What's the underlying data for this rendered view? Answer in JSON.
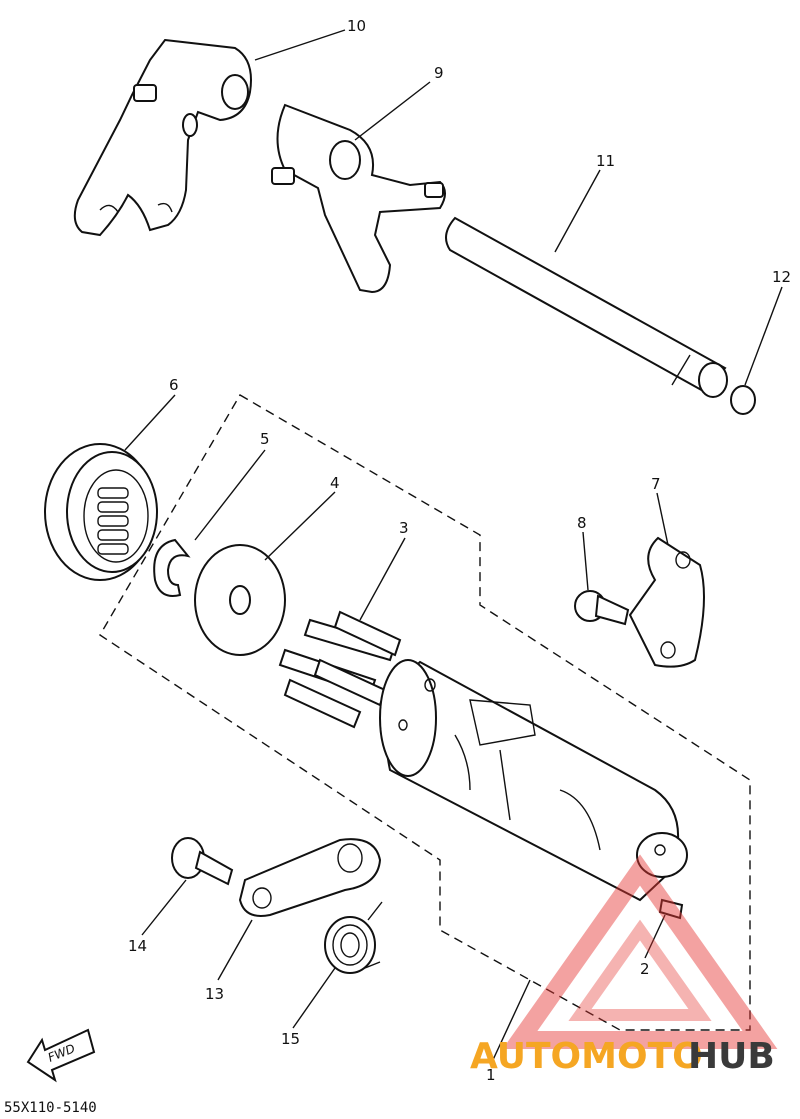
{
  "diagram": {
    "part_callouts": [
      "1",
      "2",
      "3",
      "4",
      "5",
      "6",
      "7",
      "8",
      "9",
      "10",
      "11",
      "12",
      "13",
      "14",
      "15"
    ],
    "fwd_label": "FWD",
    "drawing_code": "55X110-5140"
  },
  "watermark": {
    "text_part1": "AUTOMOTO",
    "text_part2": "HUB",
    "color_primary": "#f5a623",
    "color_secondary": "#3a3a3a",
    "logo_color": "#e53935"
  }
}
